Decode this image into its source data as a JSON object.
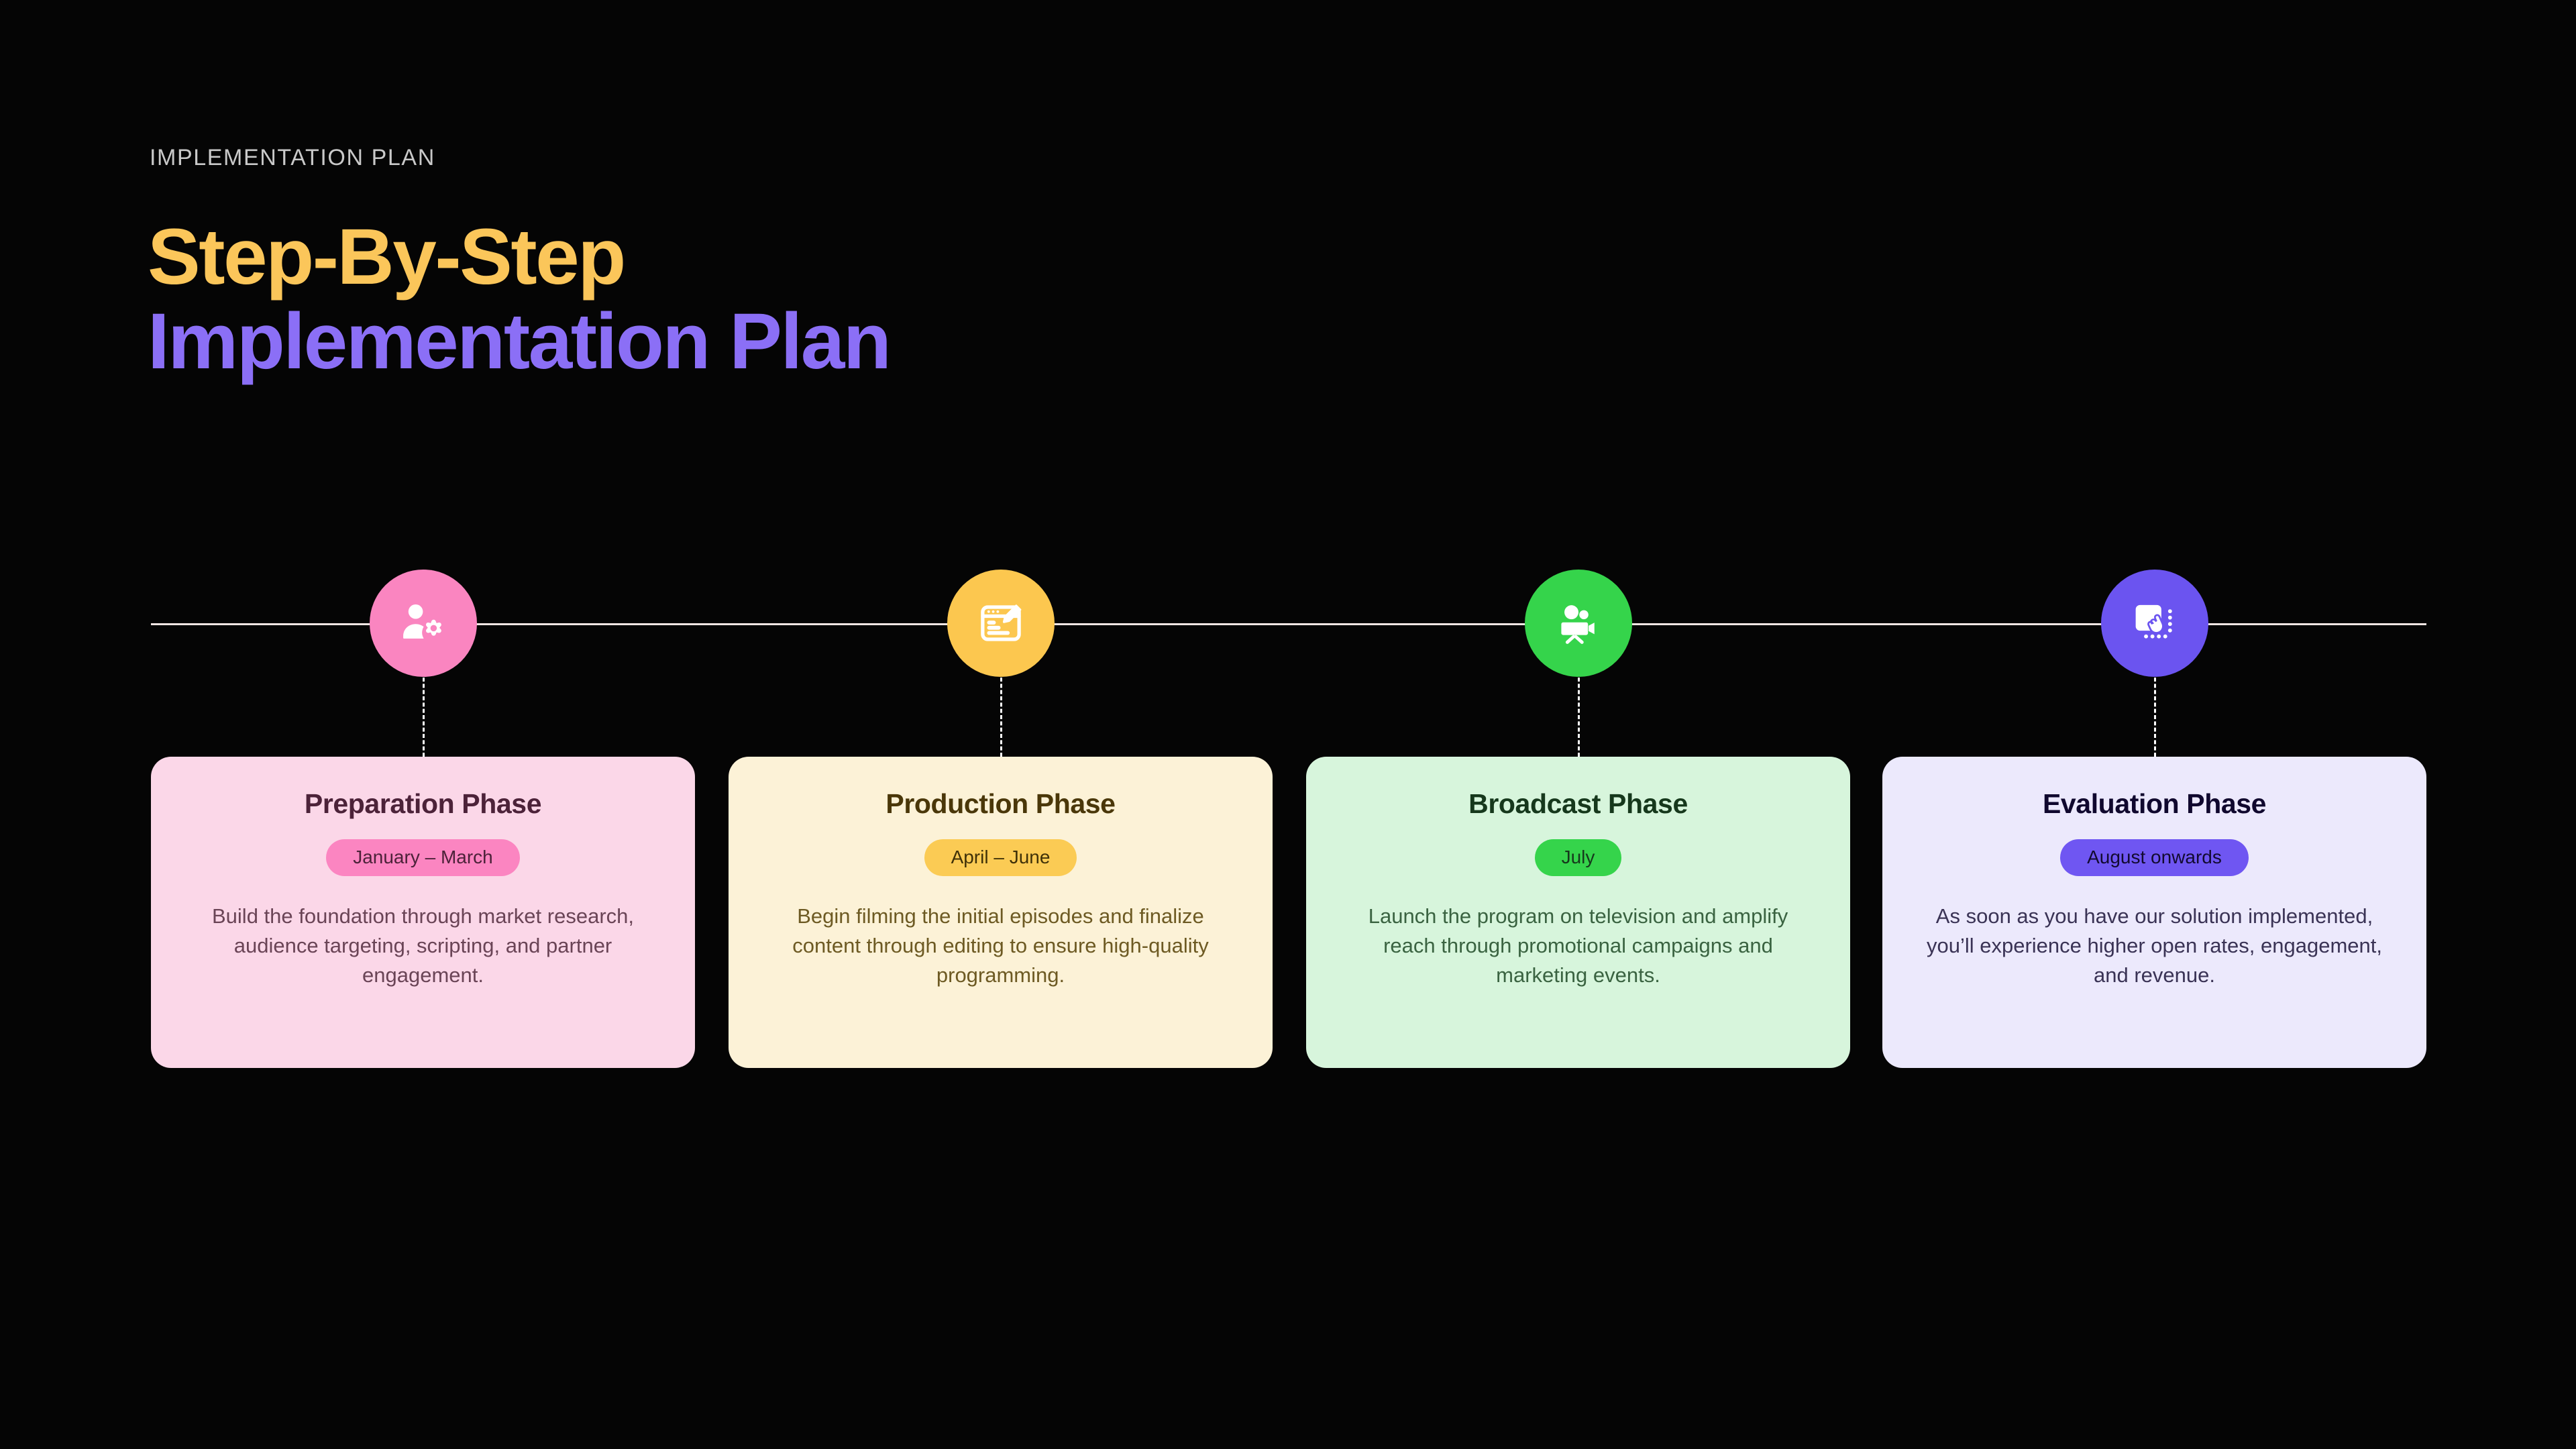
{
  "header": {
    "eyebrow": "IMPLEMENTATION PLAN",
    "title_line_1": "Step-By-Step",
    "title_line_2": "Implementation Plan",
    "title_line_1_color": "#fbc65a",
    "title_line_2_color": "#8b6ff6",
    "eyebrow_color": "#c9c9c9"
  },
  "background_color": "#050505",
  "timeline": {
    "rail_color": "#f3e7e4",
    "connector_color": "#ffffff"
  },
  "phases": [
    {
      "icon": "user-settings-icon",
      "node_color": "#fa85c0",
      "card_bg": "#fbd7e8",
      "pill_bg": "#fb85c1",
      "title": "Preparation Phase",
      "title_color": "#4c2239",
      "pill_label": "January – March",
      "pill_text_color": "#4c2239",
      "description": "Build the foundation through market research, audience targeting, scripting, and partner engagement.",
      "description_color": "#6a4456"
    },
    {
      "icon": "document-edit-icon",
      "node_color": "#fcc74f",
      "card_bg": "#fcf2d7",
      "pill_bg": "#fbcb54",
      "title": "Production Phase",
      "title_color": "#4a3709",
      "pill_label": "April – June",
      "pill_text_color": "#3f3108",
      "description": "Begin filming the initial episodes and finalize content through editing to ensure high-quality programming.",
      "description_color": "#6d5a23"
    },
    {
      "icon": "video-camera-icon",
      "node_color": "#35d44b",
      "card_bg": "#d7f5dc",
      "pill_bg": "#35d44b",
      "title": "Broadcast Phase",
      "title_color": "#16381c",
      "pill_label": "July",
      "pill_text_color": "#16381c",
      "description": "Launch the program on television and amplify reach through promotional campaigns and marketing events.",
      "description_color": "#3a6341"
    },
    {
      "icon": "drag-resize-hand-icon",
      "node_color": "#6b54f0",
      "card_bg": "#ece9fc",
      "pill_bg": "#6f56f2",
      "title": "Evaluation Phase",
      "title_color": "#10082e",
      "pill_label": "August onwards",
      "pill_text_color": "#120a30",
      "description": "As soon as you have our solution implemented, you’ll experience higher open rates, engagement, and revenue.",
      "description_color": "#3a3355"
    }
  ]
}
